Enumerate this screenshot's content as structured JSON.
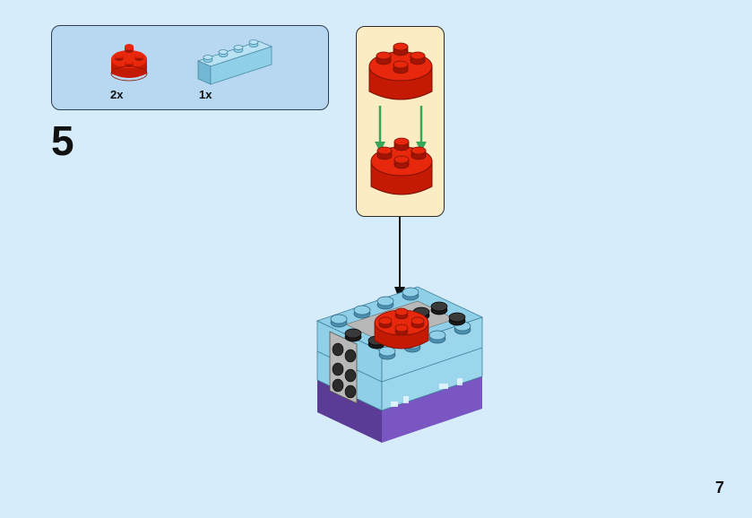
{
  "step": {
    "number": "5"
  },
  "parts_list": [
    {
      "name": "red-round-brick-2x2",
      "quantity": "2x",
      "color": "#d81e05"
    },
    {
      "name": "light-blue-brick-1x4",
      "quantity": "1x",
      "color": "#8fd0e8"
    }
  ],
  "page": {
    "number": "7"
  },
  "colors": {
    "background": "#d6ecfa",
    "parts_panel": "#b7d8f0",
    "callout_panel": "#fbecc3",
    "arrow_green": "#3aa65a",
    "red_brick": "#d81e05",
    "light_blue_brick": "#8fd0e8",
    "purple_base": "#6b4aa8",
    "gray_brick": "#b8b8b8",
    "dark_stud": "#2b2b2b"
  }
}
